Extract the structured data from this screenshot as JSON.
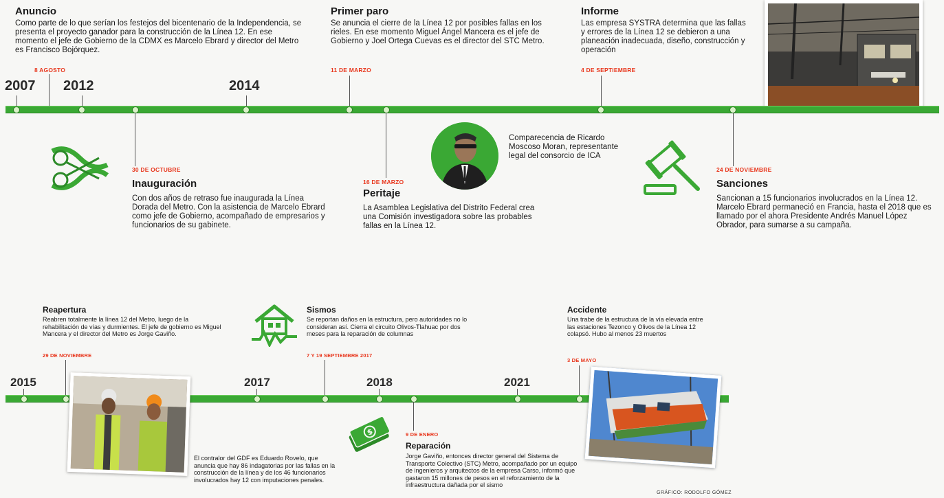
{
  "timeline_top": {
    "years": [
      "2007",
      "2012",
      "2014"
    ],
    "events": [
      {
        "title": "Anuncio",
        "date": "8 AGOSTO",
        "text": "Como parte de lo que serían los festejos del bicentenario de la Independencia, se presenta el proyecto ganador para la construcción de la Línea 12. En ese momento el jefe de Gobierno de la CDMX es Marcelo Ebrard y director del Metro es Francisco Bojórquez."
      },
      {
        "title": "Primer paro",
        "date": "11 DE MARZO",
        "text": "Se anuncia el cierre de la Línea 12 por posibles fallas en los rieles. En ese momento Miguel Ángel Mancera es el jefe de Gobierno y Joel Ortega Cuevas es el director del STC Metro."
      },
      {
        "title": "Informe",
        "date": "4 DE SEPTIEMBRE",
        "text": "Las empresa SYSTRA determina que las fallas y errores de la Línea 12 se debieron a una planeación inadecuada, diseño, construcción y operación"
      },
      {
        "title": "Inauguración",
        "date": "30 DE OCTUBRE",
        "text": "Con dos años de retraso fue inaugurada la Línea Dorada del Metro. Con la asistencia de Marcelo Ebrard como jefe de Gobierno, acompañado de empresarios y funcionarios de su gabinete."
      },
      {
        "title": "Peritaje",
        "date": "16 DE MARZO",
        "text": "La Asamblea Legislativa del Distrito Federal crea una Comisión investigadora sobre las probables fallas en la Línea 12."
      },
      {
        "title": "Sanciones",
        "date": "24 DE NOVIEMBRE",
        "text": "Sancionan a 15 funcionarios involucrados en la Línea 12. Marcelo Ebrard permaneció en Francia, hasta el 2018 que es llamado por el ahora Presidente Andrés Manuel López Obrador, para sumarse a su campaña."
      }
    ],
    "comparecencia": "Comparecencia de Ricardo Moscoso Moran, representante legal del consorcio de ICA"
  },
  "timeline_bottom": {
    "years": [
      "2015",
      "2017",
      "2018",
      "2021"
    ],
    "events": [
      {
        "title": "Reapertura",
        "date": "29 DE NOVIEMBRE",
        "text": "Reabren totalmente la línea 12 del Metro, luego de la rehabilitación de vías y durmientes. El jefe de gobierno es Miguel Mancera y el director del Metro es Jorge Gaviño."
      },
      {
        "title": "Sismos",
        "date": "7 Y 19 SEPTIEMBRE 2017",
        "text": "Se reportan daños en la estructura, pero autoridades no lo consideran así. Cierra el circuito Olivos-Tlahuac por dos meses para la reparación de columnas"
      },
      {
        "title": "Accidente",
        "date": "3 DE MAYO",
        "text": "Una trabe de la estructura de la vía elevada entre las estaciones Tezonco y Olivos de la Línea 12 colapsó. Hubo al menos 23 muertos"
      },
      {
        "title": "Reparación",
        "date": "9 DE ENERO",
        "text": "Jorge Gaviño, entonces director general del Sistema de Transporte Colectivo (STC) Metro, acompañado por un equipo de ingenieros y arquitectos de la empresa Carso, informó que gastaron 15 millones de pesos en el reforzamiento de la infraestructura dañada por el sismo"
      }
    ],
    "contralor": "El contralor del GDF es Eduardo Rovelo, que anuncia que hay 86 indagatorias por las fallas en la construcción de la línea y de los 46 funcionarios involucrados hay 12 con imputaciones penales."
  },
  "credit": "GRÁFICO: RODOLFO GÓMEZ",
  "colors": {
    "line": "#3aa834",
    "date": "#e8361c"
  }
}
